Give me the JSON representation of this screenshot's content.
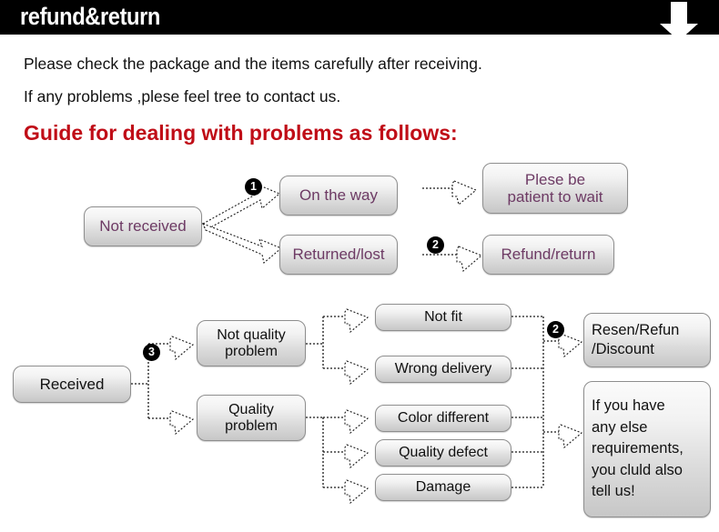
{
  "header": {
    "title": "refund&return",
    "arrow_icon": "arrow-down-icon",
    "bg_color": "#000000",
    "text_color": "#ffffff"
  },
  "intro": {
    "line1": "Please check the package and the items carefully after receiving.",
    "line2": "If any problems ,plese feel tree to contact us.",
    "guide_heading": "Guide for dealing with problems as follows:",
    "guide_color": "#c00d17"
  },
  "flow_top": {
    "source": "Not received",
    "branches": [
      {
        "badge": "1",
        "state": "On the way",
        "outcome": "Plese be\npatient to wait"
      },
      {
        "badge": "2",
        "state": "Returned/lost",
        "outcome": "Refund/return"
      }
    ]
  },
  "flow_bottom": {
    "source": "Received",
    "badge": "3",
    "categories": [
      {
        "label": "Not quality\nproblem",
        "issues": [
          "Not fit",
          "Wrong delivery"
        ]
      },
      {
        "label": "Quality\nproblem",
        "issues": [
          "Color different",
          "Quality defect",
          "Damage"
        ]
      }
    ],
    "outcome_badge": "2",
    "outcome": "Resen/Refun\n/Discount",
    "note": "If you have\nany else\nrequirements,\nyou cluld also\ntell us!"
  },
  "colors": {
    "box_text_purple": "#6d3a64",
    "box_text_dark": "#111111",
    "box_border": "#8e8e8e",
    "connector": "#1a1a1a"
  }
}
